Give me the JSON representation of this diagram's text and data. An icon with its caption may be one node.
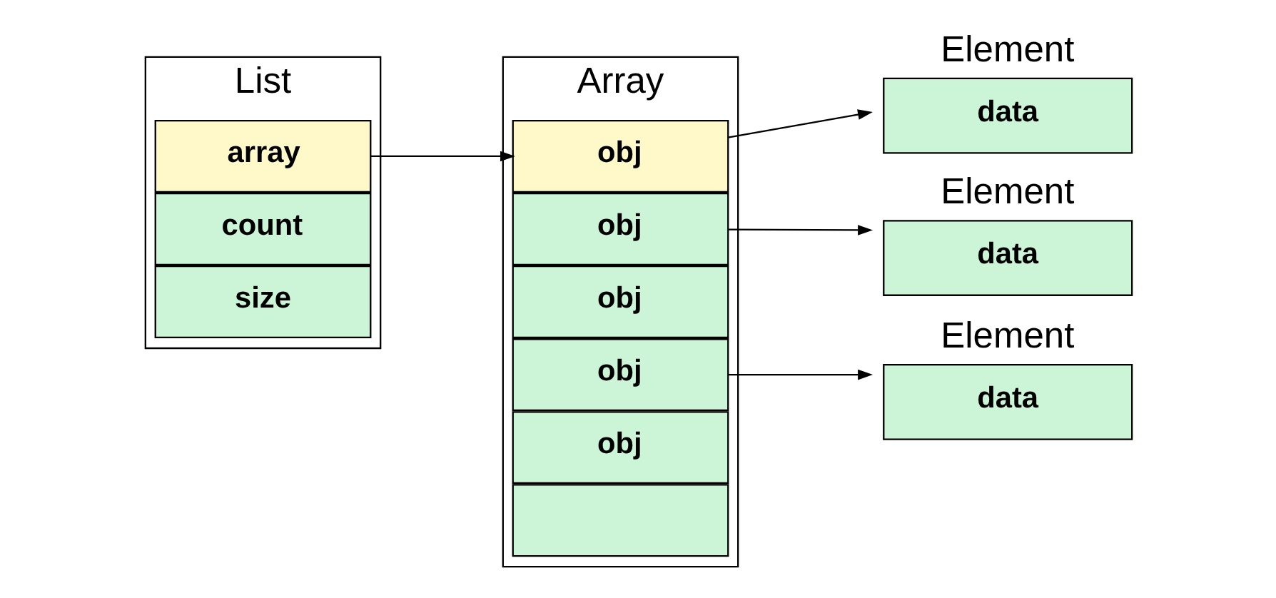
{
  "diagram": {
    "nodes": [
      {
        "text": [
          "List"
        ]
      },
      {
        "text": [
          "array"
        ],
        "in": 0
      },
      {
        "text": [
          "count"
        ],
        "in": 0
      },
      {
        "text": [
          "size"
        ],
        "in": 0
      },
      {
        "text": [
          "Array"
        ]
      },
      {
        "text": [
          "obj"
        ],
        "in": 4
      },
      {
        "text": [
          "obj"
        ],
        "in": 4
      },
      {
        "text": [
          "obj"
        ],
        "in": 4
      },
      {
        "text": [
          "obj"
        ],
        "in": 4
      },
      {
        "text": [
          "obj"
        ],
        "in": 4
      },
      {
        "text": [],
        "shape": "box",
        "in": 4
      },
      {
        "text": [
          "Element",
          "data"
        ]
      },
      {
        "text": [
          "Element",
          "data"
        ]
      },
      {
        "text": [
          "Element",
          "data"
        ]
      }
    ],
    "edges": [
      {
        "from": 1,
        "to": 5,
        "arrow": "to"
      },
      {
        "from": 5,
        "to": 11,
        "arrow": "to"
      },
      {
        "from": 6,
        "to": 12,
        "arrow": "to"
      },
      {
        "from": 8,
        "to": 13,
        "arrow": "to"
      }
    ]
  }
}
